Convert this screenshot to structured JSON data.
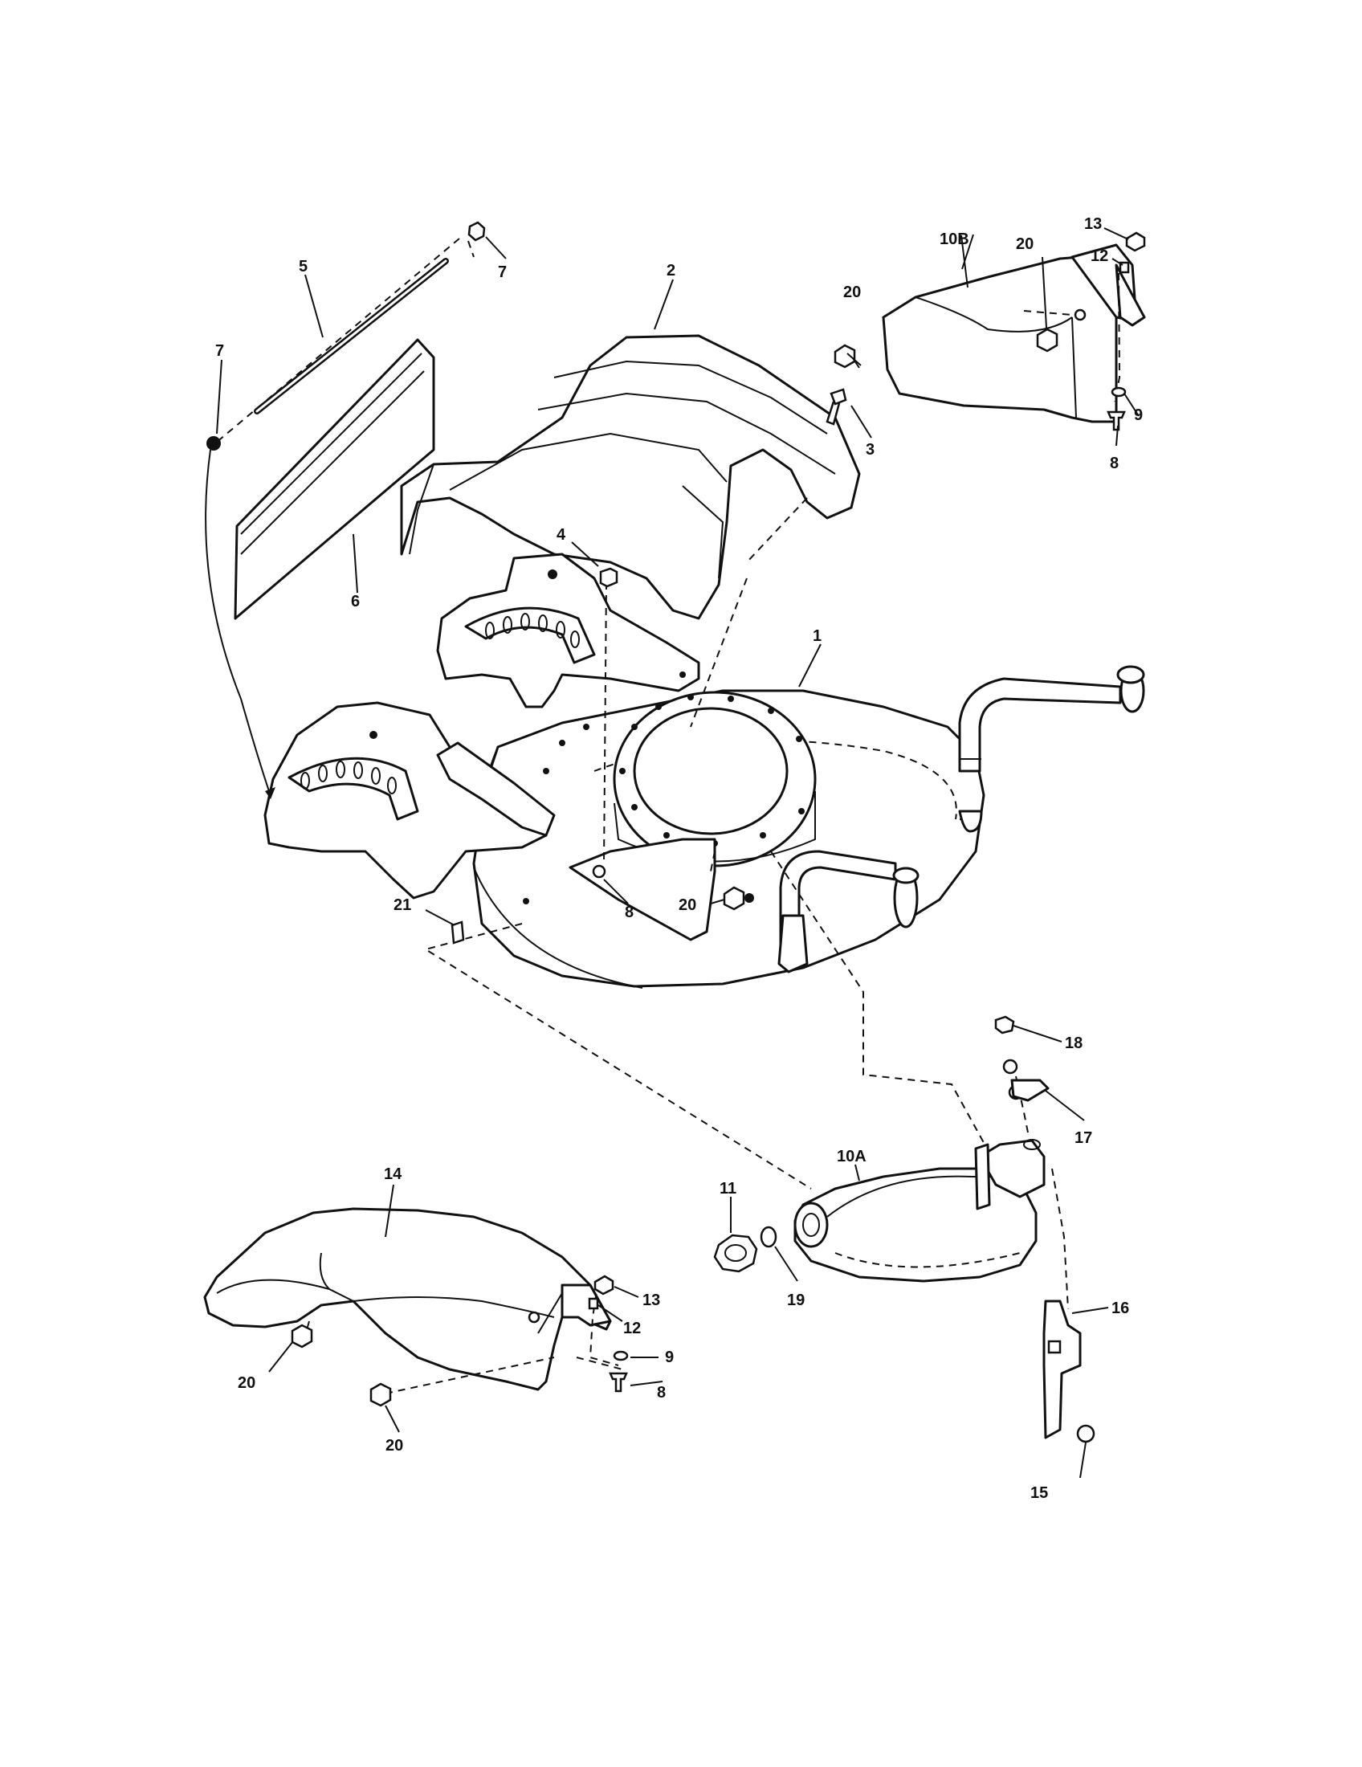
{
  "diagram": {
    "callouts": {
      "c1": "1",
      "c2": "2",
      "c3": "3",
      "c4": "4",
      "c5": "5",
      "c6": "6",
      "c7a": "7",
      "c7b": "7",
      "c8a": "8",
      "c8b": "8",
      "c8c": "8",
      "c9a": "9",
      "c9b": "9",
      "c10a": "10A",
      "c10b": "10B",
      "c11": "11",
      "c12a": "12",
      "c12b": "12",
      "c13a": "13",
      "c13b": "13",
      "c14": "14",
      "c15": "15",
      "c16": "16",
      "c17": "17",
      "c18": "18",
      "c19": "19",
      "c20a": "20",
      "c20b": "20",
      "c20c": "20",
      "c20d": "20",
      "c20e": "20",
      "c21": "21"
    }
  }
}
